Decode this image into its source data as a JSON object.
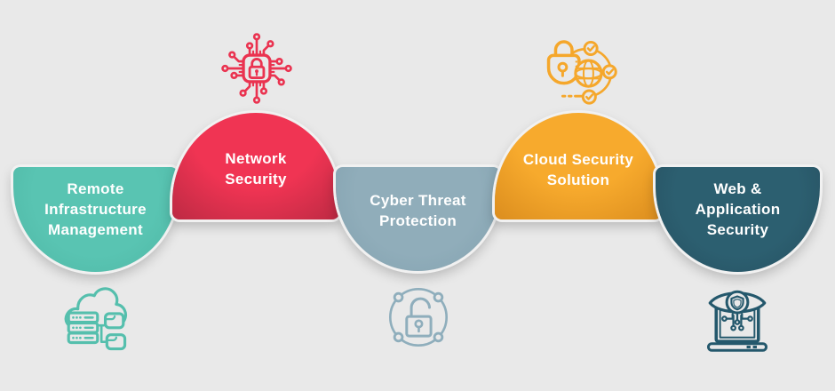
{
  "page": {
    "background_color": "#E9E9E9",
    "text_color": "#FFFFFF"
  },
  "services": [
    {
      "title_lines": [
        "Remote",
        "Infrastructure",
        "Management"
      ],
      "color": "#55BFAD",
      "shape": "half-circle-down",
      "icon": "cloud-server-icon",
      "icon_position": "below"
    },
    {
      "title_lines": [
        "Network",
        "Security"
      ],
      "color": "#EE3350",
      "shape": "half-circle-up",
      "icon": "circuit-chip-lock-icon",
      "icon_position": "above"
    },
    {
      "title_lines": [
        "Cyber Threat",
        "Protection"
      ],
      "color": "#8FAEBC",
      "shape": "half-circle-down",
      "icon": "unlock-network-icon",
      "icon_position": "below"
    },
    {
      "title_lines": [
        "Cloud Security",
        "Solution"
      ],
      "color": "#F5A72B",
      "shape": "half-circle-up",
      "icon": "lock-globe-check-icon",
      "icon_position": "above"
    },
    {
      "title_lines": [
        "Web &",
        "Application",
        "Security"
      ],
      "color": "#2B5D6E",
      "shape": "half-circle-down",
      "icon": "laptop-eye-shield-icon",
      "icon_position": "below"
    }
  ]
}
